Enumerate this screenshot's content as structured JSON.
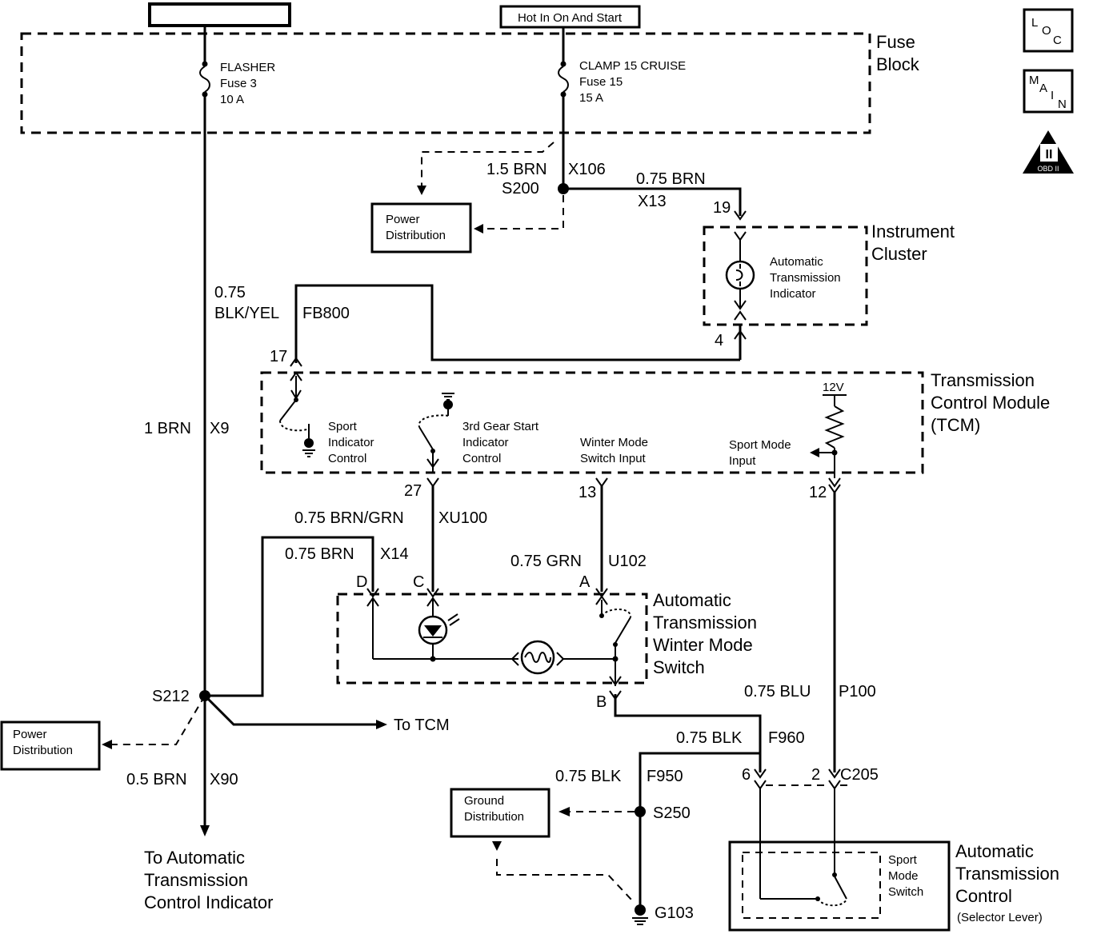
{
  "top_blank_box": "",
  "hot_in": "Hot In On And Start",
  "loc": {
    "l": "L",
    "o": "O",
    "c": "C"
  },
  "main": {
    "m": "M",
    "a": "A",
    "i": "I",
    "n": "N"
  },
  "obd": {
    "numeral": "II",
    "label": "OBD II"
  },
  "fuse_block": {
    "line1": "Fuse",
    "line2": "Block"
  },
  "fuse3": {
    "name": "FLASHER",
    "fuse": "Fuse 3",
    "rating": "10 A"
  },
  "fuse15": {
    "name": "CLAMP 15 CRUISE",
    "fuse": "Fuse 15",
    "rating": "15 A"
  },
  "wire_15brn": "1.5 BRN",
  "x106": "X106",
  "s200": "S200",
  "wire_075brn_top": "0.75 BRN",
  "x13": "X13",
  "power_dist_top": {
    "line1": "Power",
    "line2": "Distribution"
  },
  "pin19": "19",
  "pin4": "4",
  "instrument_cluster": {
    "line1": "Instrument",
    "line2": "Cluster"
  },
  "ati": {
    "line1": "Automatic",
    "line2": "Transmission",
    "line3": "Indicator"
  },
  "wire_075_blkyel": {
    "line1": "0.75",
    "line2": "BLK/YEL"
  },
  "fb800": "FB800",
  "pin17": "17",
  "tcm": {
    "line1": "Transmission",
    "line2": "Control Module",
    "line3": "(TCM)"
  },
  "v12": "12V",
  "sport_indicator": {
    "line1": "Sport",
    "line2": "Indicator",
    "line3": "Control"
  },
  "third_gear": {
    "line1": "3rd Gear Start",
    "line2": "Indicator",
    "line3": "Control"
  },
  "winter_input": {
    "line1": "Winter Mode",
    "line2": "Switch Input"
  },
  "sport_mode_input": {
    "line1": "Sport Mode",
    "line2": "Input"
  },
  "wire_1brn": "1 BRN",
  "x9": "X9",
  "pin27": "27",
  "pin13": "13",
  "pin12": "12",
  "wire_075_brngrn": "0.75 BRN/GRN",
  "xu100": "XU100",
  "wire_075brn_mid": "0.75 BRN",
  "x14": "X14",
  "wire_075grn": "0.75 GRN",
  "u102": "U102",
  "pin_d": "D",
  "pin_c": "C",
  "pin_a": "A",
  "pin_b": "B",
  "winter_switch": {
    "line1": "Automatic",
    "line2": "Transmission",
    "line3": "Winter Mode",
    "line4": "Switch"
  },
  "s212": "S212",
  "power_dist_left": {
    "line1": "Power",
    "line2": "Distribution"
  },
  "to_tcm": "To TCM",
  "wire_05brn": "0.5 BRN",
  "x90": "X90",
  "to_ati": {
    "line1": "To Automatic",
    "line2": "Transmission",
    "line3": "Control Indicator"
  },
  "wire_075blu": "0.75 BLU",
  "p100": "P100",
  "wire_075blk_f960": "0.75 BLK",
  "f960": "F960",
  "wire_075blk_f950": "0.75 BLK",
  "f950": "F950",
  "pin6": "6",
  "pin2": "2",
  "c205": "C205",
  "ground_dist": {
    "line1": "Ground",
    "line2": "Distribution"
  },
  "s250": "S250",
  "g103": "G103",
  "sport_mode_switch": {
    "line1": "Sport",
    "line2": "Mode",
    "line3": "Switch"
  },
  "atc": {
    "line1": "Automatic",
    "line2": "Transmission",
    "line3": "Control",
    "line4": "(Selector Lever)"
  }
}
